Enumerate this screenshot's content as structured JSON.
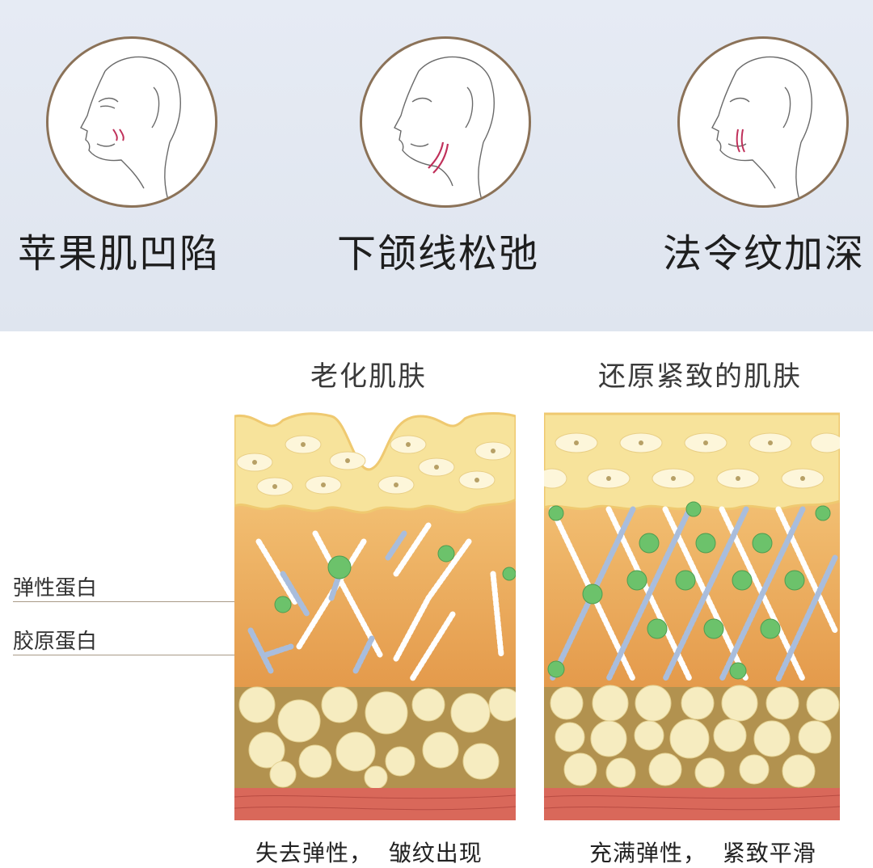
{
  "symptoms": [
    {
      "label": "苹果肌凹陷",
      "icon": "face-apple-cheek-sag-icon"
    },
    {
      "label": "下颌线松弛",
      "icon": "face-jawline-sag-icon"
    },
    {
      "label": "法令纹加深",
      "icon": "face-nasolabial-fold-icon"
    }
  ],
  "comparison": {
    "aged": {
      "title": "老化肌肤",
      "caption": "失去弹性，  皱纹出现"
    },
    "restored": {
      "title": "还原紧致的肌肤",
      "caption": "充满弹性，  紧致平滑"
    }
  },
  "legend": {
    "elastin": "弹性蛋白",
    "collagen": "胶原蛋白"
  },
  "colors": {
    "top_band": "#e2e8f2",
    "circle_border": "#8b7258",
    "epidermis": "#f7e39b",
    "dermis": "#e9a95a",
    "fat_layer": "#b2924f",
    "fat_cells": "#f6ecc0",
    "muscle": "#d9685a",
    "elastin_node": "#6cc26b",
    "collagen_fiber": "#a9bddc"
  }
}
